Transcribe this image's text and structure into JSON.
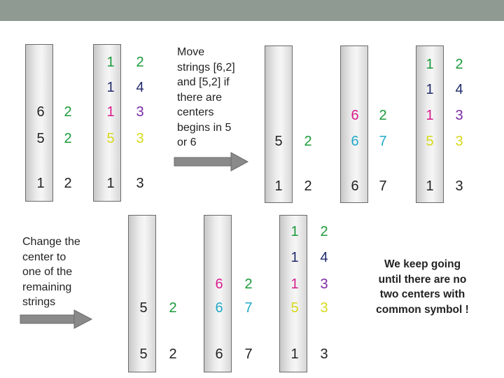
{
  "colors": {
    "header_band": "#8f9a92",
    "black": "#222222",
    "green": "#1a9a3a",
    "navy": "#1f2a6b",
    "pink": "#d81b8c",
    "yellow": "#d7d91a",
    "purple": "#7a2aa8",
    "cyan": "#22a8c8",
    "arrow": "#8a8a8a"
  },
  "captions": {
    "move": [
      "Move",
      "strings [6,2]",
      "and [5,2] if",
      "there are",
      "centers",
      "begins in 5",
      "or 6"
    ],
    "change": [
      "Change the",
      "center to",
      "one of the",
      "remaining",
      "strings"
    ],
    "keep": [
      "We keep going",
      "until there are no",
      "two centers with",
      "common symbol !"
    ]
  },
  "panel1": {
    "col1": [
      [
        "6",
        "2"
      ],
      [
        "5",
        "2"
      ],
      [
        "1",
        "2"
      ]
    ],
    "col2": [
      [
        "1",
        "2"
      ],
      [
        "1",
        "4"
      ],
      [
        "1",
        "3"
      ],
      [
        "5",
        "3"
      ],
      [
        "1",
        "3"
      ]
    ]
  },
  "panel2": {
    "col1": [
      [
        "5",
        "2"
      ],
      [
        "1",
        "2"
      ]
    ],
    "col2": [
      [
        "6",
        "2"
      ],
      [
        "6",
        "7"
      ],
      [
        "6",
        "7"
      ]
    ],
    "col3": [
      [
        "1",
        "2"
      ],
      [
        "1",
        "4"
      ],
      [
        "1",
        "3"
      ],
      [
        "5",
        "3"
      ],
      [
        "1",
        "3"
      ]
    ]
  },
  "panel3": {
    "col1": [
      [
        "5",
        "2"
      ],
      [
        "5",
        "2"
      ]
    ],
    "col2": [
      [
        "6",
        "2"
      ],
      [
        "6",
        "7"
      ],
      [
        "6",
        "7"
      ]
    ],
    "col3": [
      [
        "1",
        "2"
      ],
      [
        "1",
        "4"
      ],
      [
        "1",
        "3"
      ],
      [
        "5",
        "3"
      ],
      [
        "1",
        "3"
      ]
    ]
  }
}
